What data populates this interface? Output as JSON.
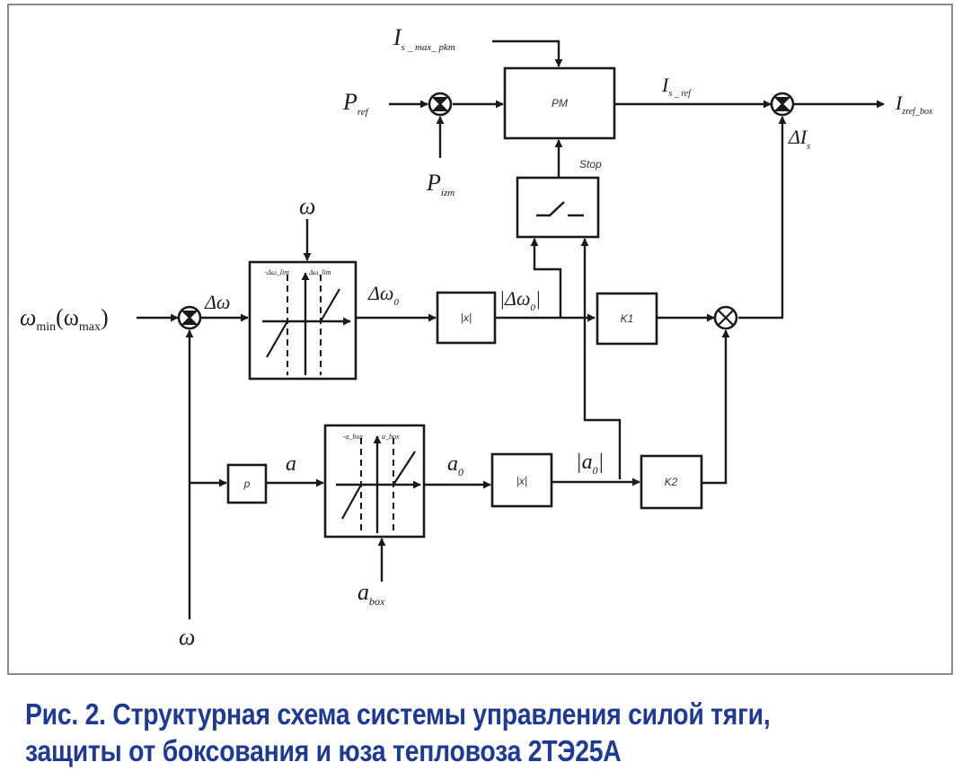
{
  "figure": {
    "caption": "Рис. 2. Структурная схема системы управления силой тяги, защиты от боксования и юза тепловоза 2ТЭ25А",
    "caption_color": "#1f3a8f"
  },
  "blocks": {
    "pm": "PM",
    "switch_stop": "",
    "abs1": "|x|",
    "abs2": "|x|",
    "k1": "K1",
    "k2": "K2",
    "p": "p",
    "deadzone_omega": {
      "left_label": "-Δω_lim",
      "right_label": "Δω_lim"
    },
    "deadzone_a": {
      "left_label": "-a_box",
      "right_label": "a_box"
    }
  },
  "signals": {
    "is_max_pkm": {
      "main": "I",
      "sub": "s _ max_ pkm"
    },
    "p_ref": {
      "main": "P",
      "sub": "ref"
    },
    "p_izm": {
      "main": "P",
      "sub": "izm"
    },
    "is_ref": {
      "main": "I",
      "sub": "s _ ref"
    },
    "izref_box": {
      "main": "I",
      "sub": "zref_box"
    },
    "delta_is": {
      "main": "ΔI",
      "sub": "s"
    },
    "stop": "Stop",
    "omega_top": "ω",
    "omega_bottom": "ω",
    "omega_min_max": {
      "main": "ω",
      "sub1": "min",
      "paren": "(ω",
      "sub2": "max",
      "close": ")"
    },
    "delta_omega": "Δω",
    "delta_omega0": {
      "main": "Δω",
      "sub": "0"
    },
    "abs_delta_omega0": {
      "main": "|Δω",
      "sub": "0",
      "close": "|"
    },
    "a": "a",
    "a0": {
      "main": "a",
      "sub": "0"
    },
    "abs_a0": {
      "main": "|a",
      "sub": "0",
      "close": "|"
    },
    "a_box": {
      "main": "a",
      "sub": "box"
    }
  }
}
